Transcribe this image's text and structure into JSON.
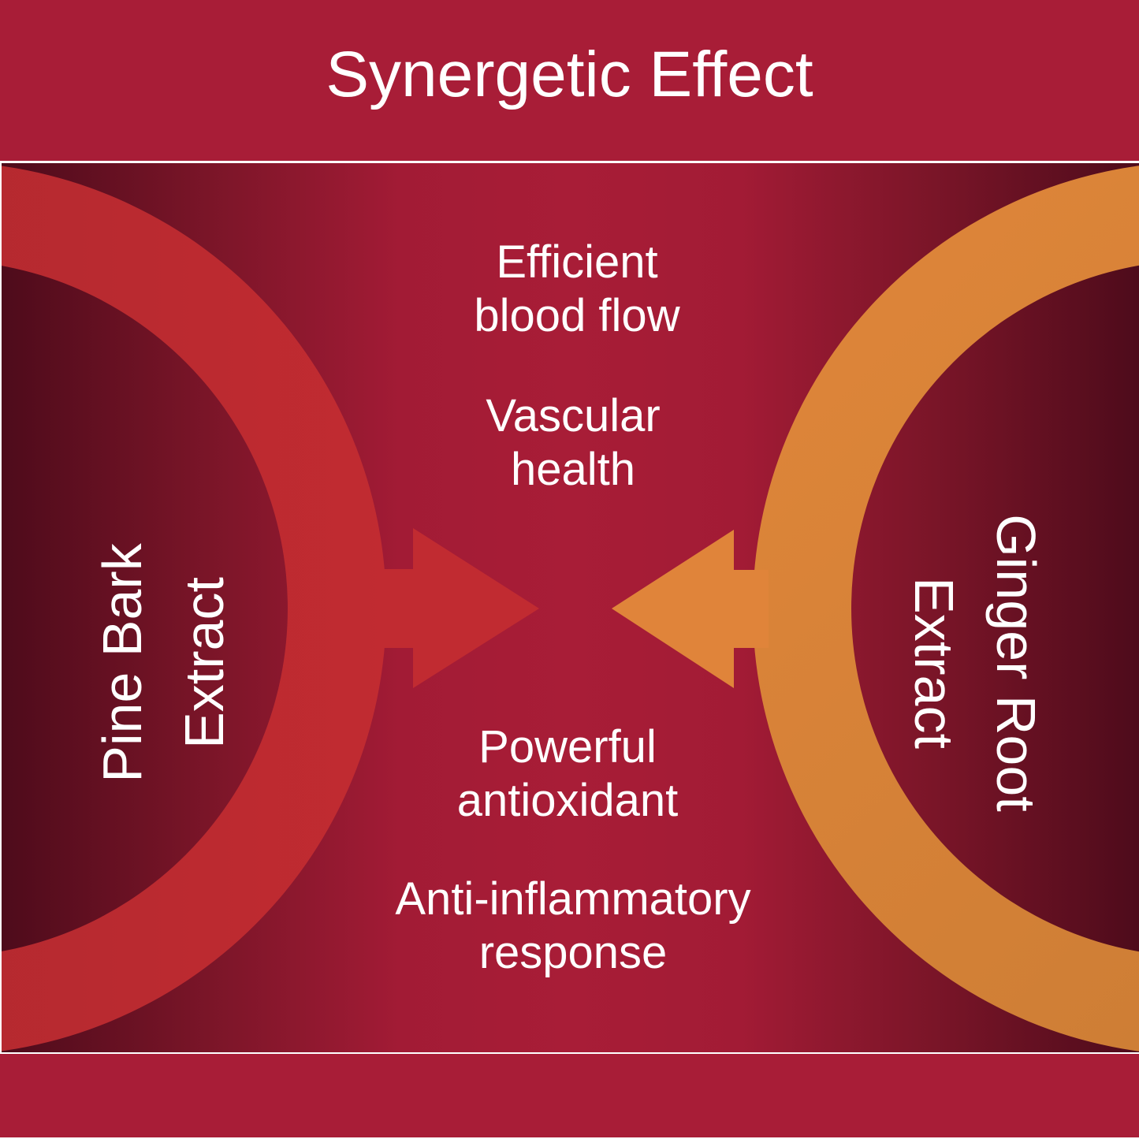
{
  "title": "Synergetic Effect",
  "colors": {
    "band": "#a81d37",
    "panel_center": "#a81d37",
    "panel_edge": "#4e0b1b",
    "pine_ring": "#b9292f",
    "ginger_ring": "#d9843a",
    "text": "#ffffff"
  },
  "left_ingredient": {
    "line1": "Pine Bark",
    "line2": "Extract"
  },
  "right_ingredient": {
    "line1": "Ginger Root",
    "line2": "Extract"
  },
  "benefits": [
    {
      "line1": "Efficient",
      "line2": "blood flow"
    },
    {
      "line1": "Vascular",
      "line2": "health"
    },
    {
      "line1": "Powerful",
      "line2": "antioxidant"
    },
    {
      "line1": "Anti-inflammatory",
      "line2": "response"
    }
  ]
}
